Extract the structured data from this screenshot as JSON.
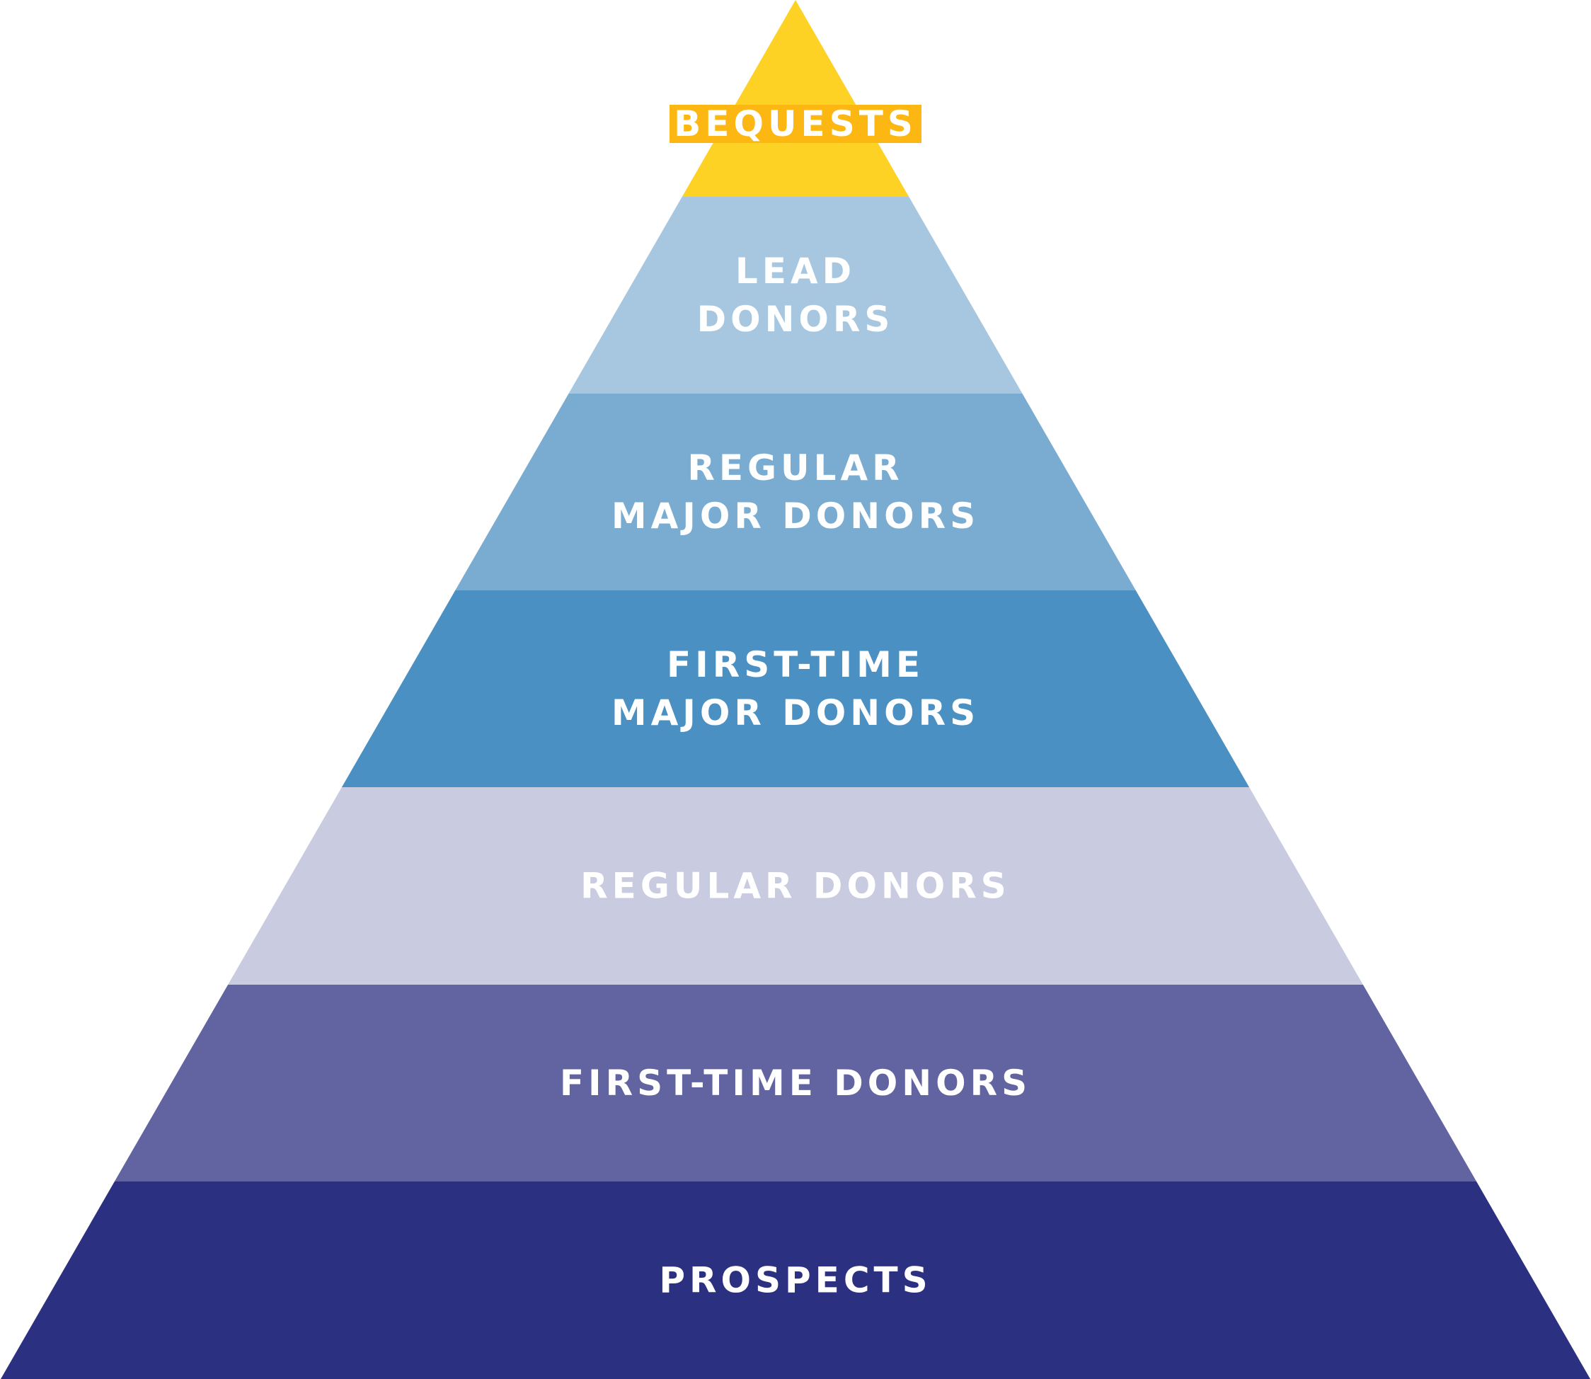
{
  "diagram": {
    "type": "pyramid",
    "tiers": [
      {
        "id": "bequests",
        "lines": [
          "BEQUESTS"
        ],
        "fill": "#FDD225",
        "text_color": "#FFFFFF",
        "highlight": "#FDB713"
      },
      {
        "id": "lead-donors",
        "lines": [
          "LEAD",
          "DONORS"
        ],
        "fill": "#A6C7DF",
        "text_color": "#FFFFFF"
      },
      {
        "id": "regular-major-donors",
        "lines": [
          "REGULAR",
          "MAJOR DONORS"
        ],
        "fill": "#7AACD1",
        "text_color": "#FFFFFF"
      },
      {
        "id": "first-time-major-donors",
        "lines": [
          "FIRST-TIME",
          "MAJOR DONORS"
        ],
        "fill": "#4A90C2",
        "text_color": "#FFFFFF"
      },
      {
        "id": "regular-donors",
        "lines": [
          "REGULAR DONORS"
        ],
        "fill": "#C9CCE0",
        "text_color": "#FFFFFF"
      },
      {
        "id": "first-time-donors",
        "lines": [
          "FIRST-TIME DONORS"
        ],
        "fill": "#6164A1",
        "text_color": "#FFFFFF"
      },
      {
        "id": "prospects",
        "lines": [
          "PROSPECTS"
        ],
        "fill": "#2C3080",
        "text_color": "#FFFFFF"
      }
    ]
  }
}
